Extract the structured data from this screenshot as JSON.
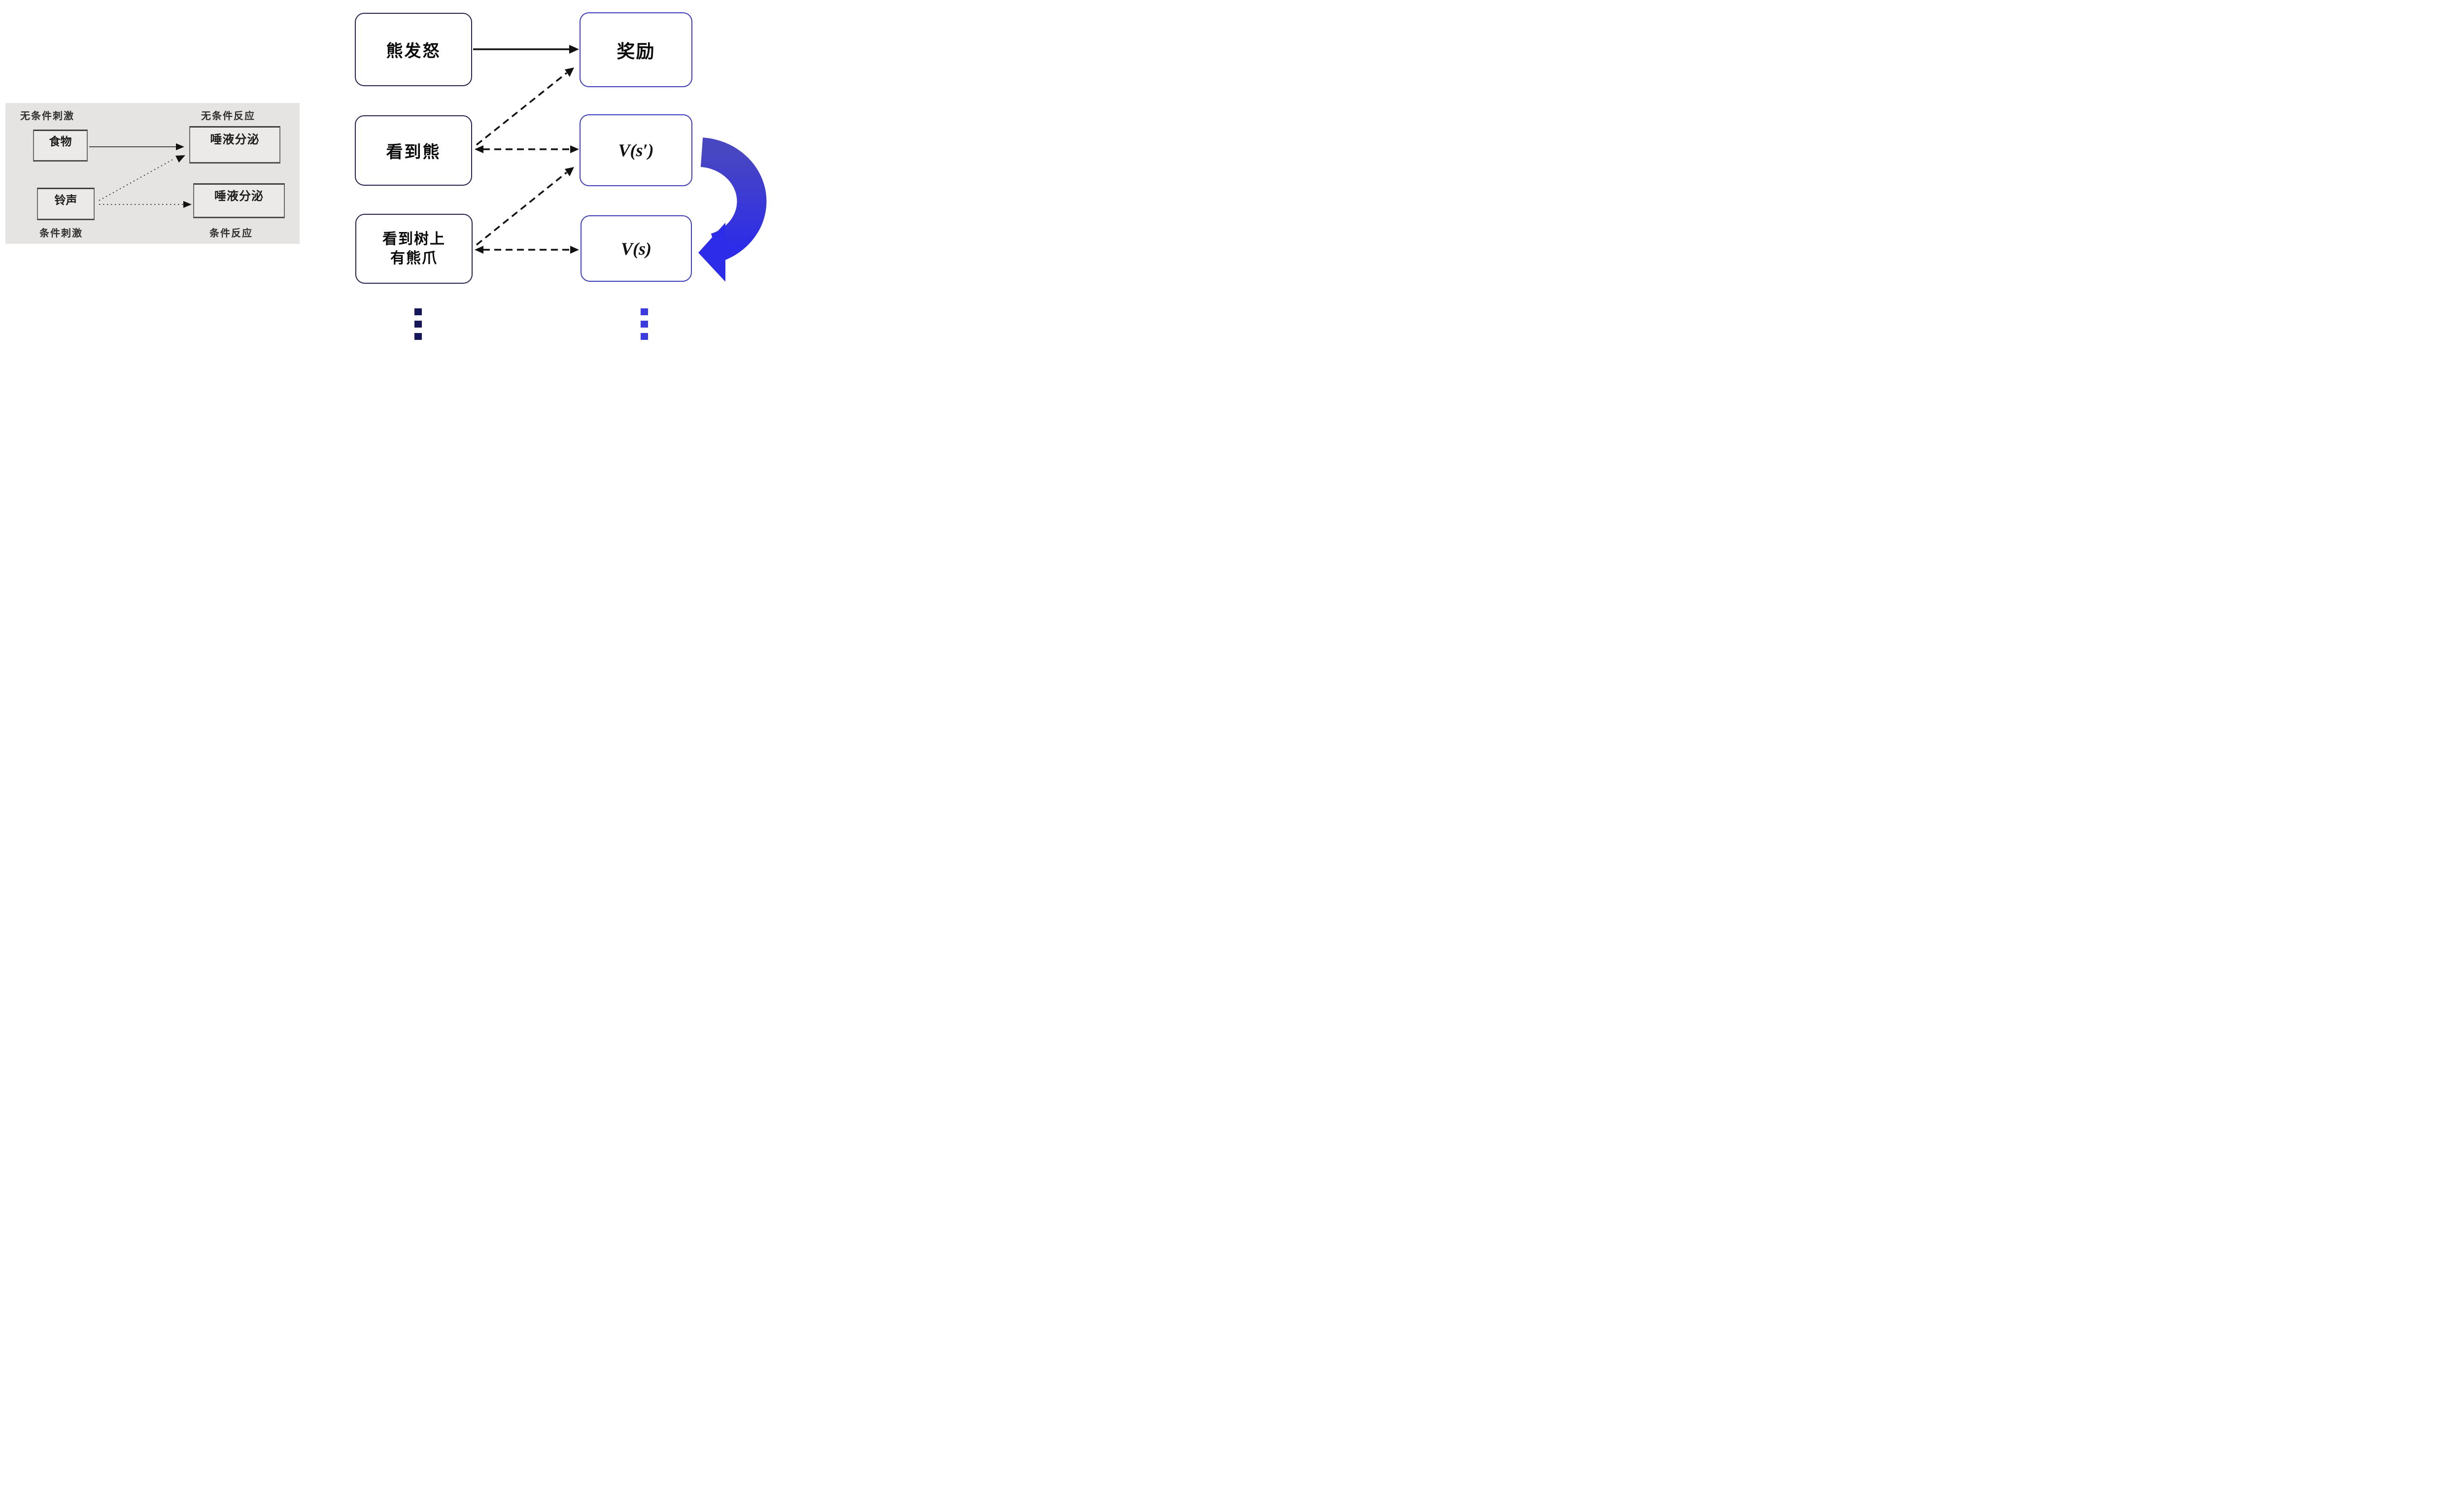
{
  "conditioning_panel": {
    "label_top_left": "无条件刺激",
    "label_top_right": "无条件反应",
    "label_bottom_left": "条件刺激",
    "label_bottom_right": "条件反应",
    "box_food": "食物",
    "box_saliva_unconditioned": "唾液分泌",
    "box_bell": "铃声",
    "box_saliva_conditioned": "唾液分泌",
    "arrows": {
      "food_to_saliva": "solid",
      "bell_to_saliva_unconditioned": "dotted-diagonal",
      "bell_to_saliva_conditioned": "dotted-horizontal"
    }
  },
  "rl_diagram": {
    "box_bear_angry": "熊发怒",
    "box_reward": "奖励",
    "box_see_bear": "看到熊",
    "box_value_next": "V(s′)",
    "box_see_claw_line1": "看到树上",
    "box_see_claw_line2": "有熊爪",
    "box_value_current": "V(s)",
    "arrows": {
      "bear_to_reward": "solid",
      "see_bear_to_reward": "dashed-diagonal",
      "see_bear_value_next": "dashed-double-headed",
      "see_claw_to_value_next": "dashed-diagonal",
      "see_claw_value_current": "dashed-double-headed",
      "loop_value_next_to_value_current": "thick-blue-curved-arrow"
    },
    "left_ellipsis_icon": "vertical-ellipsis",
    "right_ellipsis_icon": "vertical-ellipsis"
  },
  "colors": {
    "panel_background": "#e5e4e2",
    "panel_box_border": "#6b6b6b",
    "stimulus_box_border": "#23234d",
    "value_box_border": "#3d3dba",
    "ribbon_blue_top": "#4847c2",
    "ribbon_blue_bottom": "#2d2ce8",
    "left_dots": "#15155a",
    "right_dots": "#3b3be0",
    "arrow_black": "#111111",
    "arrow_gray": "#4a4a4a"
  }
}
